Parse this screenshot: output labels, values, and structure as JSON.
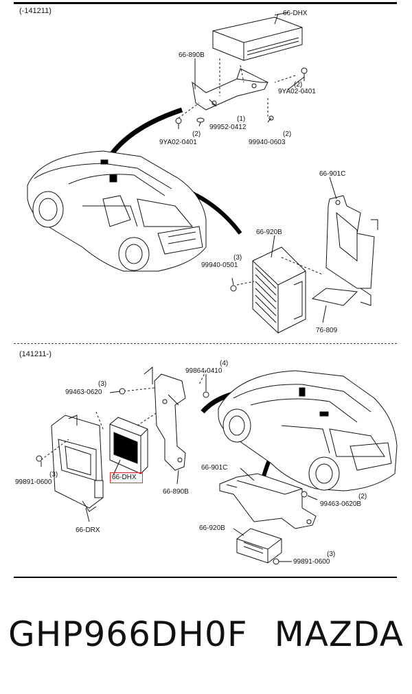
{
  "upper": {
    "header": "(-141211)",
    "labels": {
      "dhx": "66-DHX",
      "b890": "66-890B",
      "q_a": "(2)",
      "bolt_a": "9YA02-0401",
      "q_b": "(2)",
      "bolt_b": "9YA02-0401",
      "q_c": "(1)",
      "bolt_c": "99952-0412",
      "q_d": "(2)",
      "bolt_d": "99940-0603",
      "c901": "66-901C",
      "b920": "66-920B",
      "q_e": "(3)",
      "bolt_e": "99940-0501",
      "pad": "76-809"
    }
  },
  "lower": {
    "header": "(141211-)",
    "labels": {
      "q_f": "(4)",
      "bolt_f": "99864-0410",
      "q_g": "(3)",
      "bolt_g": "99463-0620",
      "q_h": "(3)",
      "bolt_h": "99891-0600",
      "dhx": "66-DHX",
      "drx": "66-DRX",
      "b890": "66-890B",
      "c901": "66-901C",
      "q_i": "(2)",
      "bolt_i": "99463-0620B",
      "b920": "66-920B",
      "q_j": "(3)",
      "bolt_j": "99891-0600"
    }
  },
  "footer": {
    "part_number": "GHP966DH0F",
    "brand": "MAZDA"
  },
  "colors": {
    "highlight": "#e03030",
    "line": "#111111"
  }
}
